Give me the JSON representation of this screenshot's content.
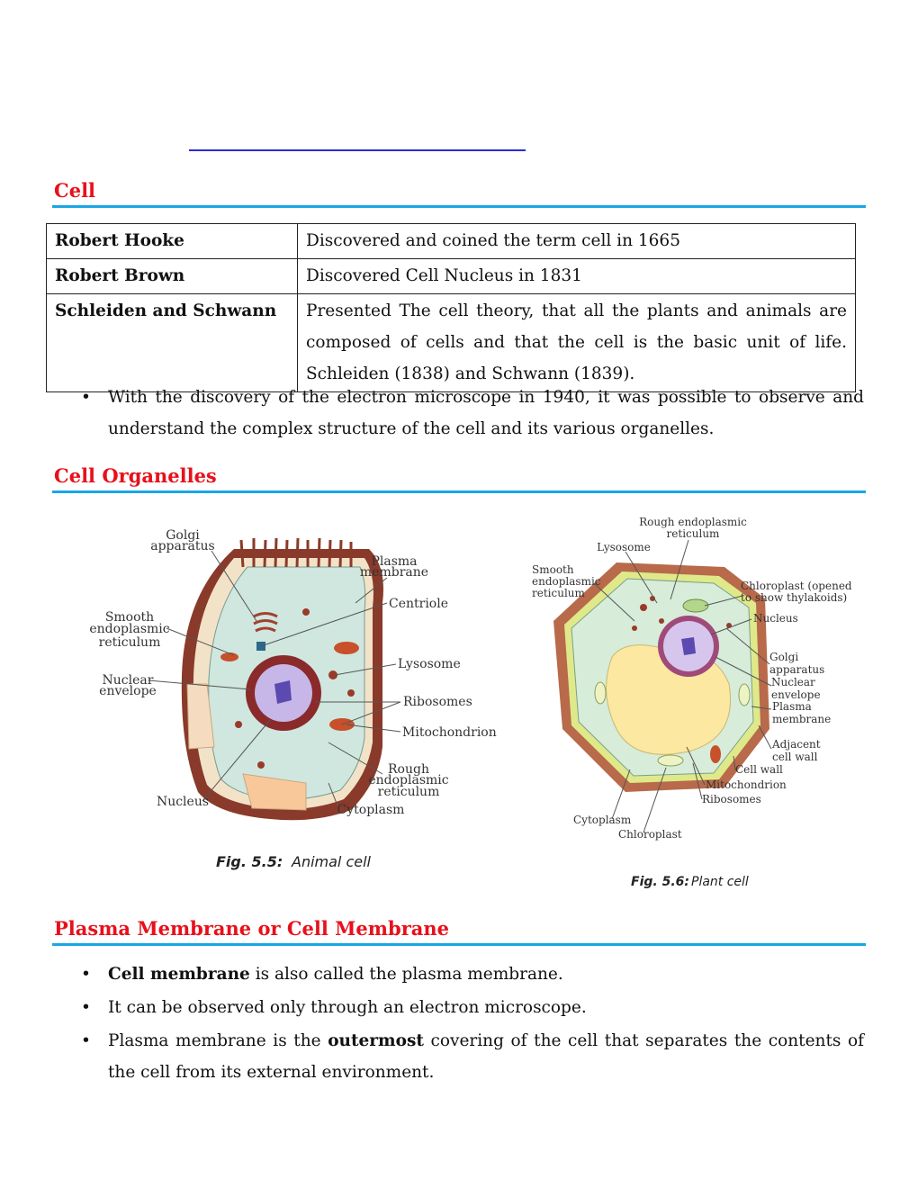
{
  "sections": {
    "cell": {
      "title": "Cell"
    },
    "organelles": {
      "title": "Cell Organelles"
    },
    "membrane": {
      "title": "Plasma Membrane or Cell Membrane"
    }
  },
  "discovery_table": [
    {
      "name": "Robert Hooke",
      "description": "Discovered and coined the term cell in 1665"
    },
    {
      "name": "Robert Brown",
      "description": "Discovered Cell Nucleus in 1831"
    },
    {
      "name": "Schleiden and Schwann",
      "description": "Presented The cell theory, that all the plants and animals are composed of cells and that the cell is the basic unit of life. Schleiden (1838) and Schwann (1839)."
    }
  ],
  "cell_bullets": [
    "With the discovery of the electron microscope in 1940, it was possible to observe and understand the complex structure of the cell and its various organelles."
  ],
  "animal_cell": {
    "caption_num": "Fig. 5.5:",
    "caption_text": "Animal cell",
    "labels": {
      "golgi": [
        "Golgi",
        "apparatus"
      ],
      "plasma": [
        "Plasma",
        "membrane"
      ],
      "centriole": "Centriole",
      "smooth_er": [
        "Smooth",
        "endoplasmic",
        "reticulum"
      ],
      "lysosome": "Lysosome",
      "nuclear_env": [
        "Nuclear",
        "envelope"
      ],
      "ribosomes": "Ribosomes",
      "mitochondrion": "Mitochondrion",
      "rough_er": [
        "Rough",
        "endoplasmic",
        "reticulum"
      ],
      "nucleus": "Nucleus",
      "cytoplasm": "Cytoplasm"
    }
  },
  "plant_cell": {
    "caption_num": "Fig. 5.6:",
    "caption_text": "Plant cell",
    "labels": {
      "rough_er": [
        "Rough endoplasmic",
        "reticulum"
      ],
      "lysosome": "Lysosome",
      "smooth_er": [
        "Smooth",
        "endoplasmic",
        "reticulum"
      ],
      "chloroplast_open": [
        "Chloroplast (opened",
        "to show thylakoids)"
      ],
      "nucleus": "Nucleus",
      "golgi": [
        "Golgi",
        "apparatus"
      ],
      "nuclear_env": [
        "Nuclear",
        "envelope"
      ],
      "plasma": [
        "Plasma",
        "membrane"
      ],
      "adjacent_wall": [
        "Adjacent",
        "cell wall"
      ],
      "cell_wall": "Cell wall",
      "mitochondrion": "Mitochondrion",
      "ribosomes": "Ribosomes",
      "cytoplasm": "Cytoplasm",
      "chloroplast": "Chloroplast"
    }
  },
  "membrane_bullets": [
    {
      "bold": "Cell membrane",
      "rest": " is also called the plasma membrane."
    },
    {
      "pre": "It can be observed only through an electron microscope."
    },
    {
      "pre": "Plasma membrane is the ",
      "bold": "outermost",
      "rest": " covering of the cell that separates the contents of the cell from its external environment."
    }
  ],
  "bullet_glyph": "•",
  "colors": {
    "heading": "#e8101a",
    "rule": "#19a6e4",
    "link_line": "#2b2bd6"
  }
}
